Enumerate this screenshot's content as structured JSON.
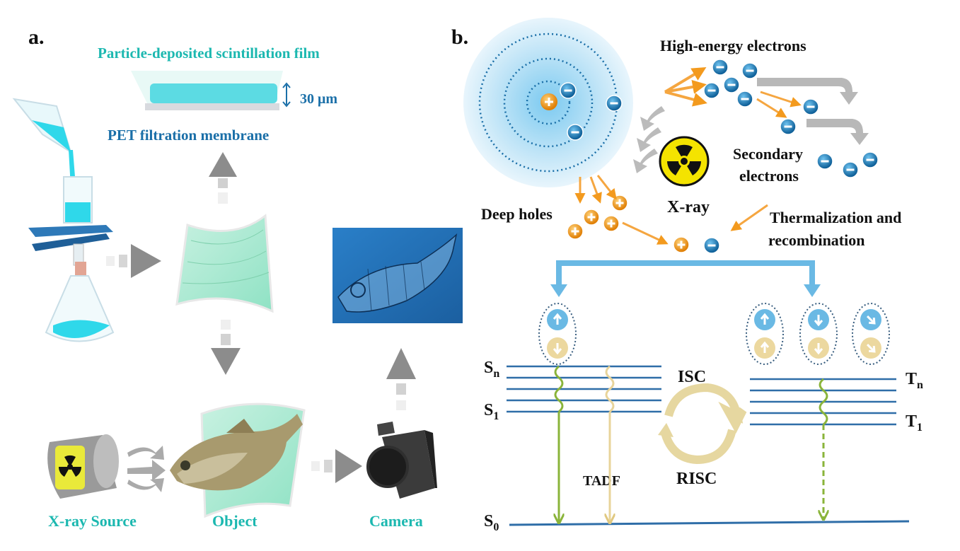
{
  "panel_a": {
    "label": "a.",
    "film_title": "Particle-deposited scintillation film",
    "thickness": "30 μm",
    "membrane": "PET filtration membrane",
    "source_label": "X-ray Source",
    "object_label": "Object",
    "camera_label": "Camera"
  },
  "panel_b": {
    "label": "b.",
    "high_energy": "High-energy electrons",
    "secondary_1": "Secondary",
    "secondary_2": "electrons",
    "xray": "X-ray",
    "deep_holes": "Deep holes",
    "thermal_1": "Thermalization and",
    "thermal_2": "recombination",
    "isc": "ISC",
    "risc": "RISC",
    "tadf": "TADF",
    "levels": {
      "sn": "S",
      "sn_sub": "n",
      "s1": "S",
      "s1_sub": "1",
      "s0": "S",
      "s0_sub": "0",
      "tn": "T",
      "tn_sub": "n",
      "t1": "T",
      "t1_sub": "1"
    }
  },
  "colors": {
    "teal": "#1cb8b0",
    "blue": "#1a6fa8",
    "level_line": "#2f6ea8",
    "hole": "#f39a1e",
    "electron": "#1a7fc0",
    "green": "#8ab43a",
    "tan": "#e8d49a"
  },
  "icons": [
    "radiation-icon",
    "camera-icon",
    "fish-xray-image",
    "fish-photo",
    "funnel-flask"
  ]
}
